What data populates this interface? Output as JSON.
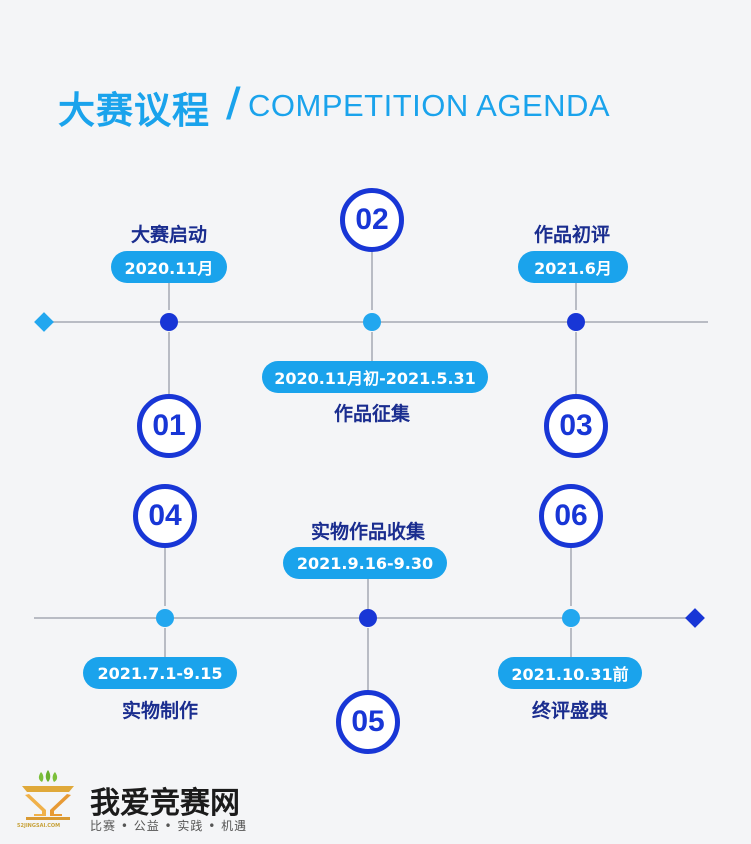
{
  "header": {
    "title_cn": "大赛议程",
    "separator": "/",
    "title_en": "COMPETITION AGENDA"
  },
  "stages": [
    {
      "number": "01",
      "label": "大赛启动",
      "date": "2020.11月"
    },
    {
      "number": "02",
      "label": "作品征集",
      "date": "2020.11月初-2021.5.31"
    },
    {
      "number": "03",
      "label": "作品初评",
      "date": "2021.6月"
    },
    {
      "number": "04",
      "label": "实物制作",
      "date": "2021.7.1-9.15"
    },
    {
      "number": "05",
      "label": "实物作品收集",
      "date": "2021.9.16-9.30"
    },
    {
      "number": "06",
      "label": "终评盛典",
      "date": "2021.10.31前"
    }
  ],
  "logo": {
    "name": "我爱竞赛网",
    "tagline": "比赛 • 公益 • 实践 • 机遇",
    "url_text": "52JINGSAI.COM"
  },
  "colors": {
    "accent": "#1aa3ec",
    "dark_blue": "#1836d6",
    "label_blue": "#1a2d8f",
    "line": "#b9bcc4",
    "background": "#f4f5f7"
  }
}
